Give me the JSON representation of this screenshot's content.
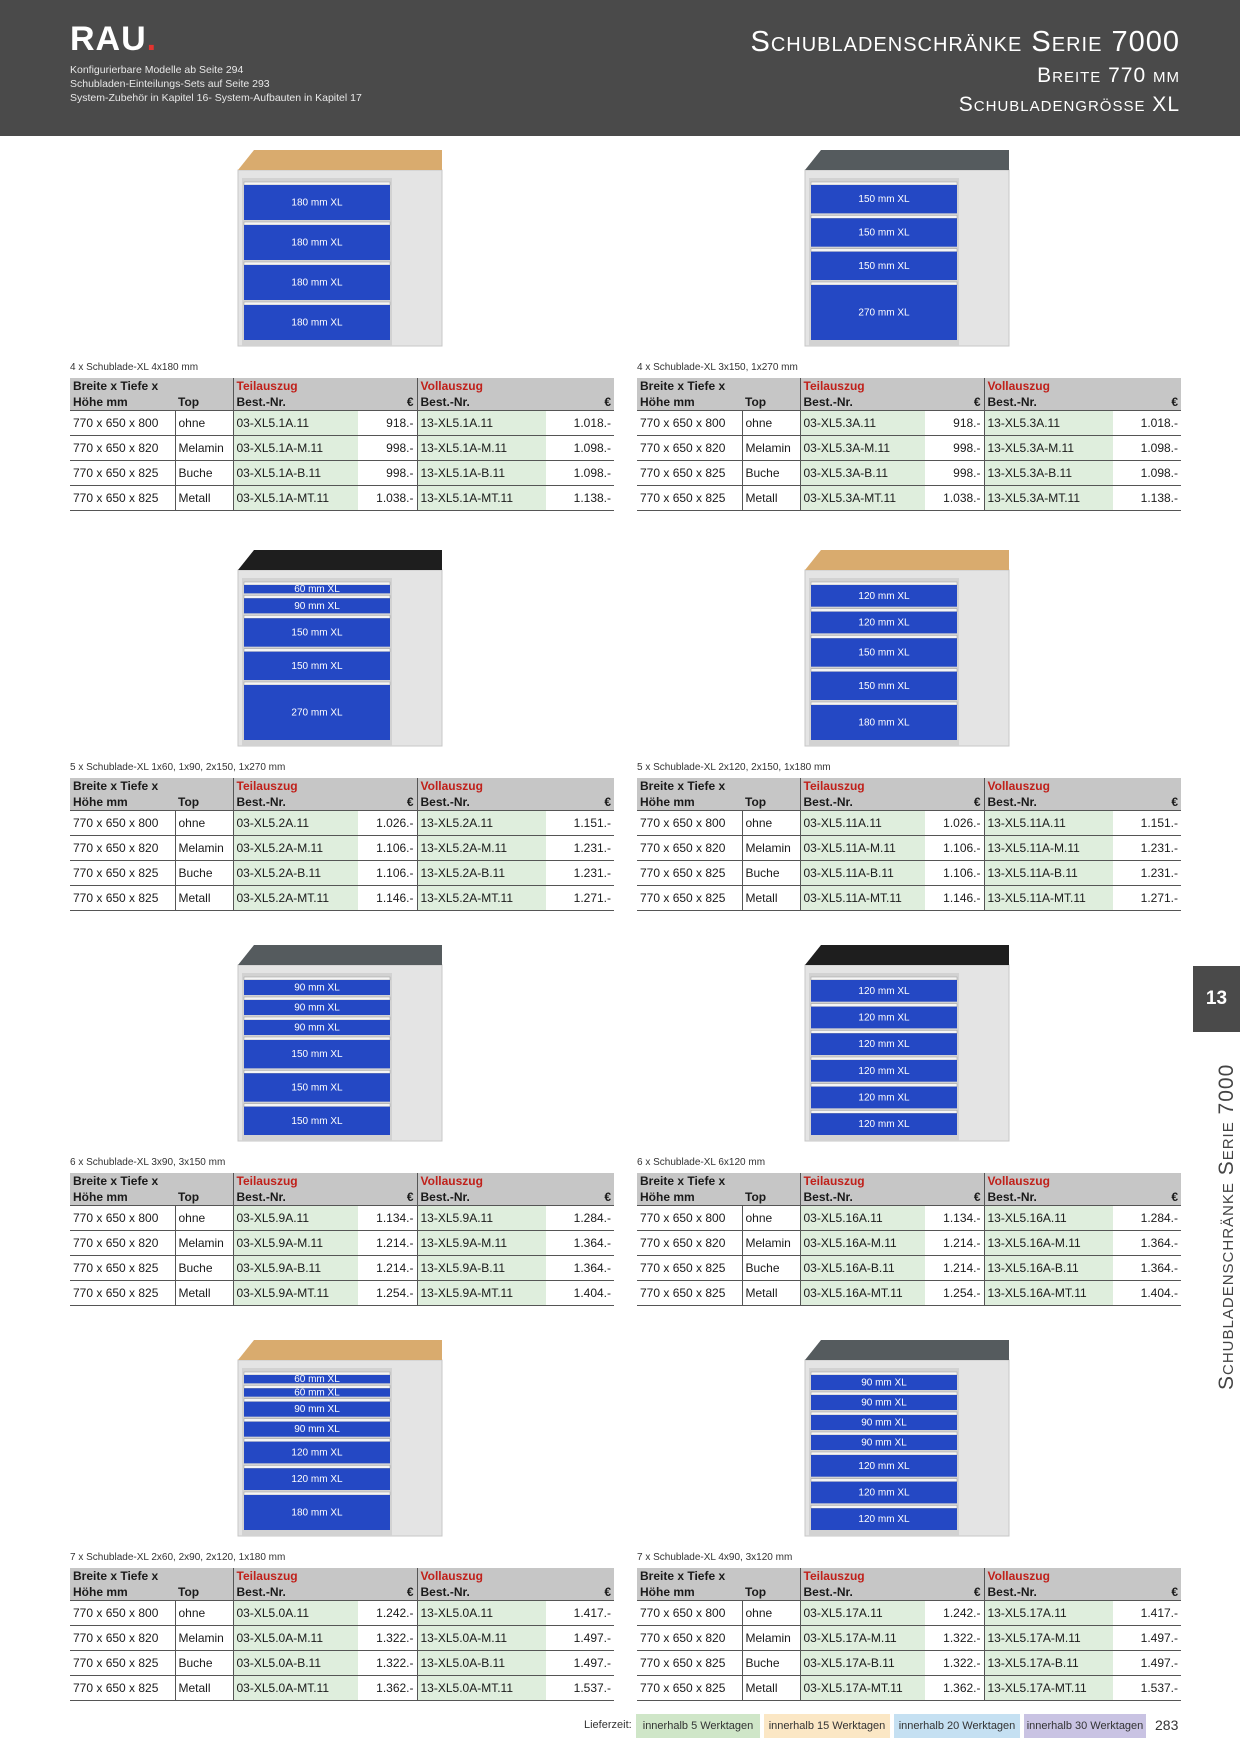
{
  "header": {
    "logo": "RAU",
    "logo_dot": ".",
    "info_lines": [
      "Konfigurierbare Modelle ab Seite 294",
      "Schubladen-Einteilungs-Sets auf Seite 293",
      "System-Zubehör in Kapitel 16- System-Aufbauten in Kapitel 17"
    ],
    "title": "Schubladenschränke Serie 7000",
    "subtitle1": "Breite 770 mm",
    "subtitle2": "Schubladengrösse XL"
  },
  "table_headers": {
    "size_line1": "Breite x Tiefe x",
    "size_line2": "Höhe mm",
    "top": "Top",
    "teil": "Teilauszug",
    "voll": "Vollauszug",
    "best": "Best.-Nr.",
    "eur": "€"
  },
  "products": [
    {
      "caption": "4 x Schublade-XL 4x180 mm",
      "top_color": "#d9ab6e",
      "drawers": [
        {
          "label": "180 mm XL",
          "size": 180
        },
        {
          "label": "180 mm XL",
          "size": 180
        },
        {
          "label": "180 mm XL",
          "size": 180
        },
        {
          "label": "180 mm XL",
          "size": 180
        }
      ],
      "rows": [
        {
          "size": "770 x 650 x 800",
          "top": "ohne",
          "teil_nr": "03-XL5.1A.11",
          "teil_price": "918.-",
          "voll_nr": "13-XL5.1A.11",
          "voll_price": "1.018.-"
        },
        {
          "size": "770 x 650 x 820",
          "top": "Melamin",
          "teil_nr": "03-XL5.1A-M.11",
          "teil_price": "998.-",
          "voll_nr": "13-XL5.1A-M.11",
          "voll_price": "1.098.-"
        },
        {
          "size": "770 x 650 x 825",
          "top": "Buche",
          "teil_nr": "03-XL5.1A-B.11",
          "teil_price": "998.-",
          "voll_nr": "13-XL5.1A-B.11",
          "voll_price": "1.098.-"
        },
        {
          "size": "770 x 650 x 825",
          "top": "Metall",
          "teil_nr": "03-XL5.1A-MT.11",
          "teil_price": "1.038.-",
          "voll_nr": "13-XL5.1A-MT.11",
          "voll_price": "1.138.-"
        }
      ]
    },
    {
      "caption": "4 x Schublade-XL 3x150, 1x270 mm",
      "top_color": "#555b5e",
      "drawers": [
        {
          "label": "150 mm XL",
          "size": 150
        },
        {
          "label": "150 mm XL",
          "size": 150
        },
        {
          "label": "150 mm XL",
          "size": 150
        },
        {
          "label": "270 mm XL",
          "size": 270
        }
      ],
      "rows": [
        {
          "size": "770 x 650 x 800",
          "top": "ohne",
          "teil_nr": "03-XL5.3A.11",
          "teil_price": "918.-",
          "voll_nr": "13-XL5.3A.11",
          "voll_price": "1.018.-"
        },
        {
          "size": "770 x 650 x 820",
          "top": "Melamin",
          "teil_nr": "03-XL5.3A-M.11",
          "teil_price": "998.-",
          "voll_nr": "13-XL5.3A-M.11",
          "voll_price": "1.098.-"
        },
        {
          "size": "770 x 650 x 825",
          "top": "Buche",
          "teil_nr": "03-XL5.3A-B.11",
          "teil_price": "998.-",
          "voll_nr": "13-XL5.3A-B.11",
          "voll_price": "1.098.-"
        },
        {
          "size": "770 x 650 x 825",
          "top": "Metall",
          "teil_nr": "03-XL5.3A-MT.11",
          "teil_price": "1.038.-",
          "voll_nr": "13-XL5.3A-MT.11",
          "voll_price": "1.138.-"
        }
      ]
    },
    {
      "caption": "5 x Schublade-XL 1x60, 1x90, 2x150, 1x270 mm",
      "top_color": "#1e1e1e",
      "drawers": [
        {
          "label": "60 mm XL",
          "size": 60
        },
        {
          "label": "90 mm XL",
          "size": 90
        },
        {
          "label": "150 mm XL",
          "size": 150
        },
        {
          "label": "150 mm XL",
          "size": 150
        },
        {
          "label": "270 mm XL",
          "size": 270
        }
      ],
      "rows": [
        {
          "size": "770 x 650 x 800",
          "top": "ohne",
          "teil_nr": "03-XL5.2A.11",
          "teil_price": "1.026.-",
          "voll_nr": "13-XL5.2A.11",
          "voll_price": "1.151.-"
        },
        {
          "size": "770 x 650 x 820",
          "top": "Melamin",
          "teil_nr": "03-XL5.2A-M.11",
          "teil_price": "1.106.-",
          "voll_nr": "13-XL5.2A-M.11",
          "voll_price": "1.231.-"
        },
        {
          "size": "770 x 650 x 825",
          "top": "Buche",
          "teil_nr": "03-XL5.2A-B.11",
          "teil_price": "1.106.-",
          "voll_nr": "13-XL5.2A-B.11",
          "voll_price": "1.231.-"
        },
        {
          "size": "770 x 650 x 825",
          "top": "Metall",
          "teil_nr": "03-XL5.2A-MT.11",
          "teil_price": "1.146.-",
          "voll_nr": "13-XL5.2A-MT.11",
          "voll_price": "1.271.-"
        }
      ]
    },
    {
      "caption": "5 x Schublade-XL 2x120, 2x150, 1x180 mm",
      "top_color": "#d9ab6e",
      "drawers": [
        {
          "label": "120 mm XL",
          "size": 120
        },
        {
          "label": "120 mm XL",
          "size": 120
        },
        {
          "label": "150 mm XL",
          "size": 150
        },
        {
          "label": "150 mm XL",
          "size": 150
        },
        {
          "label": "180 mm XL",
          "size": 180
        }
      ],
      "rows": [
        {
          "size": "770 x 650 x 800",
          "top": "ohne",
          "teil_nr": "03-XL5.11A.11",
          "teil_price": "1.026.-",
          "voll_nr": "13-XL5.11A.11",
          "voll_price": "1.151.-"
        },
        {
          "size": "770 x 650 x 820",
          "top": "Melamin",
          "teil_nr": "03-XL5.11A-M.11",
          "teil_price": "1.106.-",
          "voll_nr": "13-XL5.11A-M.11",
          "voll_price": "1.231.-"
        },
        {
          "size": "770 x 650 x 825",
          "top": "Buche",
          "teil_nr": "03-XL5.11A-B.11",
          "teil_price": "1.106.-",
          "voll_nr": "13-XL5.11A-B.11",
          "voll_price": "1.231.-"
        },
        {
          "size": "770 x 650 x 825",
          "top": "Metall",
          "teil_nr": "03-XL5.11A-MT.11",
          "teil_price": "1.146.-",
          "voll_nr": "13-XL5.11A-MT.11",
          "voll_price": "1.271.-"
        }
      ]
    },
    {
      "caption": "6 x Schublade-XL 3x90, 3x150 mm",
      "top_color": "#555b5e",
      "drawers": [
        {
          "label": "90 mm XL",
          "size": 90
        },
        {
          "label": "90 mm XL",
          "size": 90
        },
        {
          "label": "90 mm XL",
          "size": 90
        },
        {
          "label": "150 mm XL",
          "size": 150
        },
        {
          "label": "150 mm XL",
          "size": 150
        },
        {
          "label": "150 mm XL",
          "size": 150
        }
      ],
      "rows": [
        {
          "size": "770 x 650 x 800",
          "top": "ohne",
          "teil_nr": "03-XL5.9A.11",
          "teil_price": "1.134.-",
          "voll_nr": "13-XL5.9A.11",
          "voll_price": "1.284.-"
        },
        {
          "size": "770 x 650 x 820",
          "top": "Melamin",
          "teil_nr": "03-XL5.9A-M.11",
          "teil_price": "1.214.-",
          "voll_nr": "13-XL5.9A-M.11",
          "voll_price": "1.364.-"
        },
        {
          "size": "770 x 650 x 825",
          "top": "Buche",
          "teil_nr": "03-XL5.9A-B.11",
          "teil_price": "1.214.-",
          "voll_nr": "13-XL5.9A-B.11",
          "voll_price": "1.364.-"
        },
        {
          "size": "770 x 650 x 825",
          "top": "Metall",
          "teil_nr": "03-XL5.9A-MT.11",
          "teil_price": "1.254.-",
          "voll_nr": "13-XL5.9A-MT.11",
          "voll_price": "1.404.-"
        }
      ]
    },
    {
      "caption": "6 x Schublade-XL 6x120 mm",
      "top_color": "#1e1e1e",
      "drawers": [
        {
          "label": "120 mm XL",
          "size": 120
        },
        {
          "label": "120 mm XL",
          "size": 120
        },
        {
          "label": "120 mm XL",
          "size": 120
        },
        {
          "label": "120 mm XL",
          "size": 120
        },
        {
          "label": "120 mm XL",
          "size": 120
        },
        {
          "label": "120 mm XL",
          "size": 120
        }
      ],
      "rows": [
        {
          "size": "770 x 650 x 800",
          "top": "ohne",
          "teil_nr": "03-XL5.16A.11",
          "teil_price": "1.134.-",
          "voll_nr": "13-XL5.16A.11",
          "voll_price": "1.284.-"
        },
        {
          "size": "770 x 650 x 820",
          "top": "Melamin",
          "teil_nr": "03-XL5.16A-M.11",
          "teil_price": "1.214.-",
          "voll_nr": "13-XL5.16A-M.11",
          "voll_price": "1.364.-"
        },
        {
          "size": "770 x 650 x 825",
          "top": "Buche",
          "teil_nr": "03-XL5.16A-B.11",
          "teil_price": "1.214.-",
          "voll_nr": "13-XL5.16A-B.11",
          "voll_price": "1.364.-"
        },
        {
          "size": "770 x 650 x 825",
          "top": "Metall",
          "teil_nr": "03-XL5.16A-MT.11",
          "teil_price": "1.254.-",
          "voll_nr": "13-XL5.16A-MT.11",
          "voll_price": "1.404.-"
        }
      ]
    },
    {
      "caption": "7 x Schublade-XL 2x60, 2x90, 2x120, 1x180 mm",
      "top_color": "#d9ab6e",
      "drawers": [
        {
          "label": "60 mm XL",
          "size": 60
        },
        {
          "label": "60 mm XL",
          "size": 60
        },
        {
          "label": "90 mm XL",
          "size": 90
        },
        {
          "label": "90 mm XL",
          "size": 90
        },
        {
          "label": "120 mm XL",
          "size": 120
        },
        {
          "label": "120 mm XL",
          "size": 120
        },
        {
          "label": "180 mm XL",
          "size": 180
        }
      ],
      "rows": [
        {
          "size": "770 x 650 x 800",
          "top": "ohne",
          "teil_nr": "03-XL5.0A.11",
          "teil_price": "1.242.-",
          "voll_nr": "13-XL5.0A.11",
          "voll_price": "1.417.-"
        },
        {
          "size": "770 x 650 x 820",
          "top": "Melamin",
          "teil_nr": "03-XL5.0A-M.11",
          "teil_price": "1.322.-",
          "voll_nr": "13-XL5.0A-M.11",
          "voll_price": "1.497.-"
        },
        {
          "size": "770 x 650 x 825",
          "top": "Buche",
          "teil_nr": "03-XL5.0A-B.11",
          "teil_price": "1.322.-",
          "voll_nr": "13-XL5.0A-B.11",
          "voll_price": "1.497.-"
        },
        {
          "size": "770 x 650 x 825",
          "top": "Metall",
          "teil_nr": "03-XL5.0A-MT.11",
          "teil_price": "1.362.-",
          "voll_nr": "13-XL5.0A-MT.11",
          "voll_price": "1.537.-"
        }
      ]
    },
    {
      "caption": "7 x Schublade-XL 4x90, 3x120 mm",
      "top_color": "#555b5e",
      "drawers": [
        {
          "label": "90 mm XL",
          "size": 90
        },
        {
          "label": "90 mm XL",
          "size": 90
        },
        {
          "label": "90 mm XL",
          "size": 90
        },
        {
          "label": "90 mm XL",
          "size": 90
        },
        {
          "label": "120 mm XL",
          "size": 120
        },
        {
          "label": "120 mm XL",
          "size": 120
        },
        {
          "label": "120 mm XL",
          "size": 120
        }
      ],
      "rows": [
        {
          "size": "770 x 650 x 800",
          "top": "ohne",
          "teil_nr": "03-XL5.17A.11",
          "teil_price": "1.242.-",
          "voll_nr": "13-XL5.17A.11",
          "voll_price": "1.417.-"
        },
        {
          "size": "770 x 650 x 820",
          "top": "Melamin",
          "teil_nr": "03-XL5.17A-M.11",
          "teil_price": "1.322.-",
          "voll_nr": "13-XL5.17A-M.11",
          "voll_price": "1.497.-"
        },
        {
          "size": "770 x 650 x 825",
          "top": "Buche",
          "teil_nr": "03-XL5.17A-B.11",
          "teil_price": "1.322.-",
          "voll_nr": "13-XL5.17A-B.11",
          "voll_price": "1.497.-"
        },
        {
          "size": "770 x 650 x 825",
          "top": "Metall",
          "teil_nr": "03-XL5.17A-MT.11",
          "teil_price": "1.362.-",
          "voll_nr": "13-XL5.17A-MT.11",
          "voll_price": "1.537.-"
        }
      ]
    }
  ],
  "side_tab": {
    "number": "13",
    "text": "Schubladenschränke Serie 7000"
  },
  "footer": {
    "label": "Lieferzeit:",
    "chips": [
      {
        "text": "innerhalb 5 Werktagen",
        "color": "#cfe6c8"
      },
      {
        "text": "innerhalb 15 Werktagen",
        "color": "#fbe7c5"
      },
      {
        "text": "innerhalb 20 Werktagen",
        "color": "#c5e0f2"
      },
      {
        "text": "innerhalb 30 Werktagen",
        "color": "#c9c3e3"
      }
    ],
    "page": "283"
  },
  "colors": {
    "drawer_blue": "#2448c4",
    "cabinet_gray": "#e3e3e3",
    "header_gray": "#4a4a4a",
    "heading_red": "#c0201a"
  }
}
